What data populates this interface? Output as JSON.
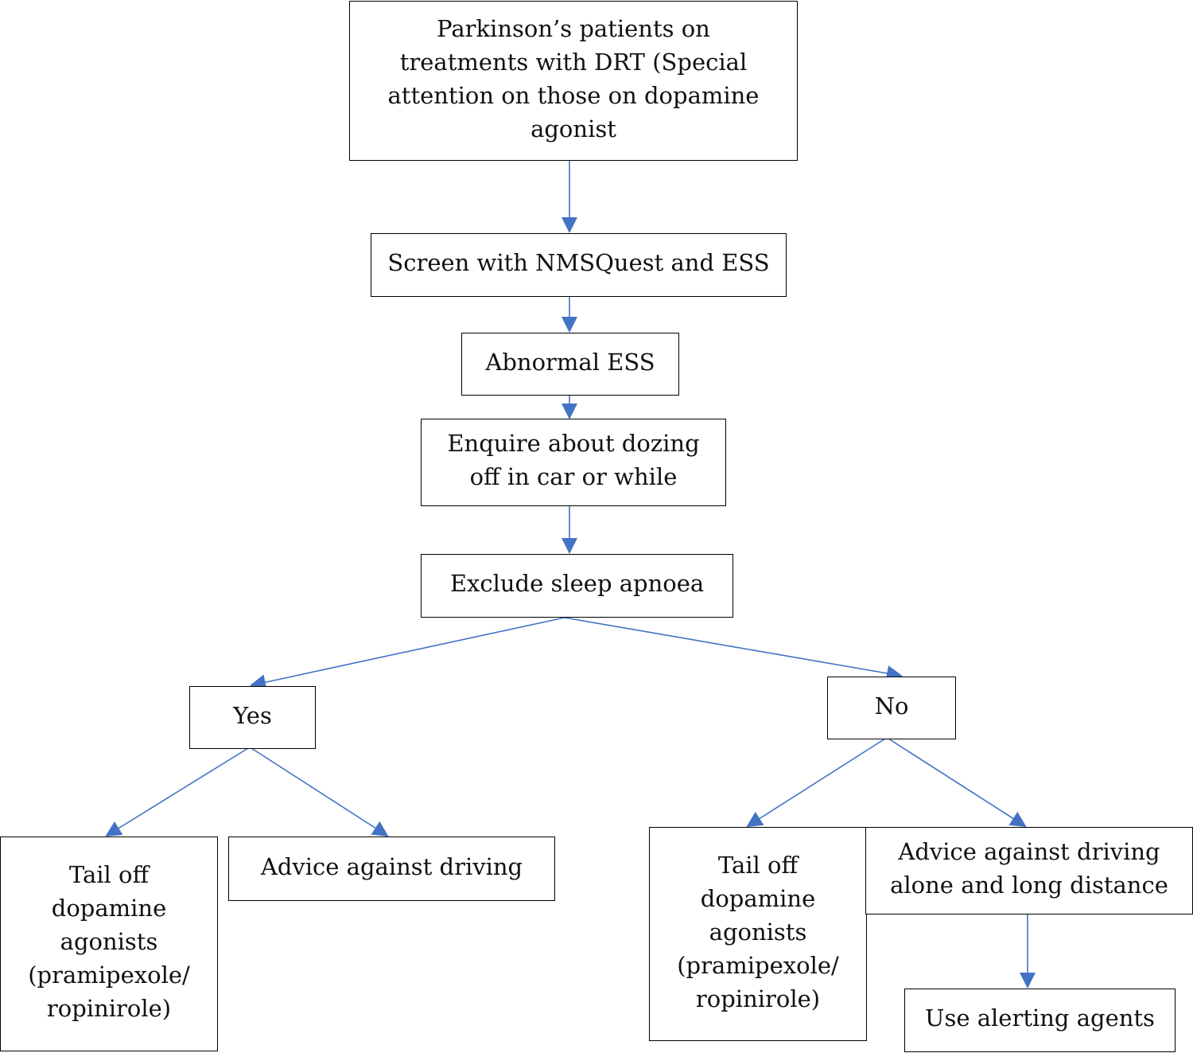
{
  "boxes": {
    "start": "Parkinson’s patients on\ntreatments with DRT (Special\nattention on those on dopamine\nagonist",
    "screen": "Screen with NMSQuest and ESS",
    "abnormal": "Abnormal ESS",
    "enquire": "Enquire about dozing\noff in car or while",
    "exclude": "Exclude sleep apnoea",
    "yes": "Yes",
    "no": "No",
    "tail_left": "Tail off\ndopamine\nagonists\n(pramipexole/\nropinirole)",
    "advice_left": "Advice against driving",
    "tail_right": "Tail off\ndopamine\nagonists\n(pramipexole/\nropinirole)",
    "advice_right": "Advice against driving\nalone and long distance",
    "alerting": "Use alerting agents"
  },
  "colors": {
    "arrow": "#4472c4",
    "border": "#000000"
  }
}
